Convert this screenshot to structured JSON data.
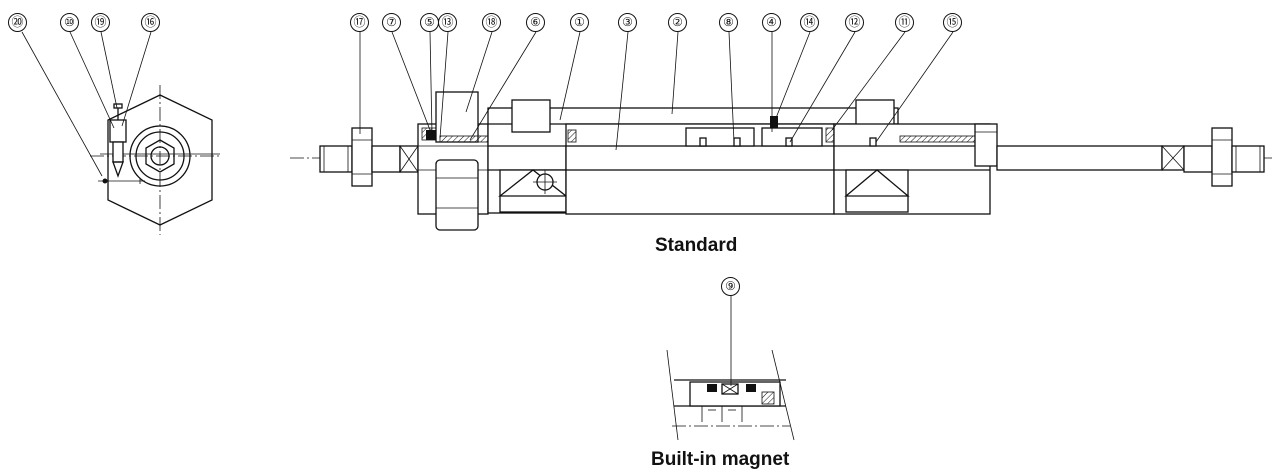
{
  "captions": {
    "standard": "Standard",
    "magnet": "Built-in magnet"
  },
  "callouts": {
    "end_view": [
      "⑳",
      "⑩",
      "⑲",
      "⑯"
    ],
    "section": [
      "⑰",
      "⑦",
      "⑤",
      "⑬",
      "⑱",
      "⑥",
      "①",
      "③",
      "②",
      "⑧",
      "④",
      "⑭",
      "⑫",
      "⑪",
      "⑮"
    ],
    "magnet": [
      "⑨"
    ]
  }
}
